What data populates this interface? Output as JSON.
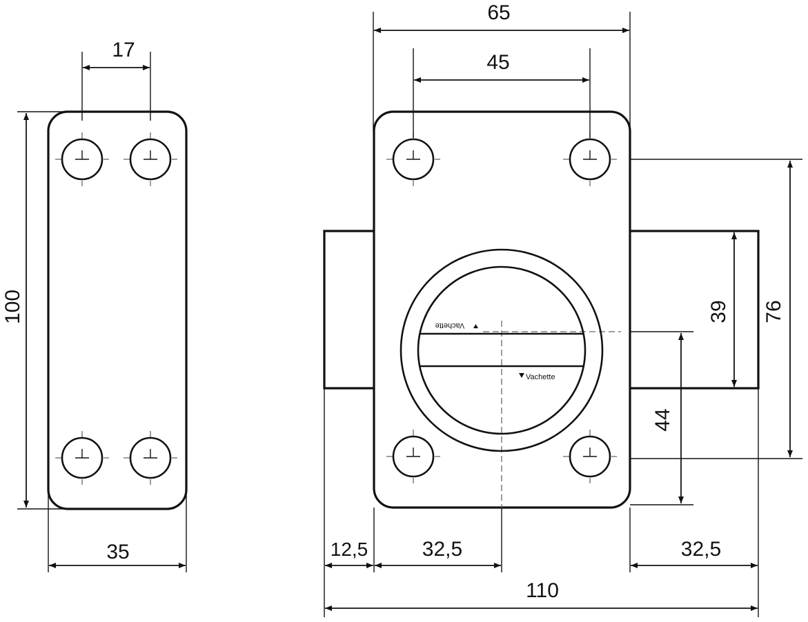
{
  "brand": "Vachette",
  "dimensions": {
    "side_hole_spacing": "17",
    "side_height": "100",
    "side_width": "35",
    "front_outer_hole_span": "65",
    "front_inner_hole_span": "45",
    "box_height": "39",
    "plate_right_height": "76",
    "axis_height": "44",
    "left_box_width": "12,5",
    "left_to_axis": "32,5",
    "right_box_width": "32,5",
    "total_width": "110"
  }
}
